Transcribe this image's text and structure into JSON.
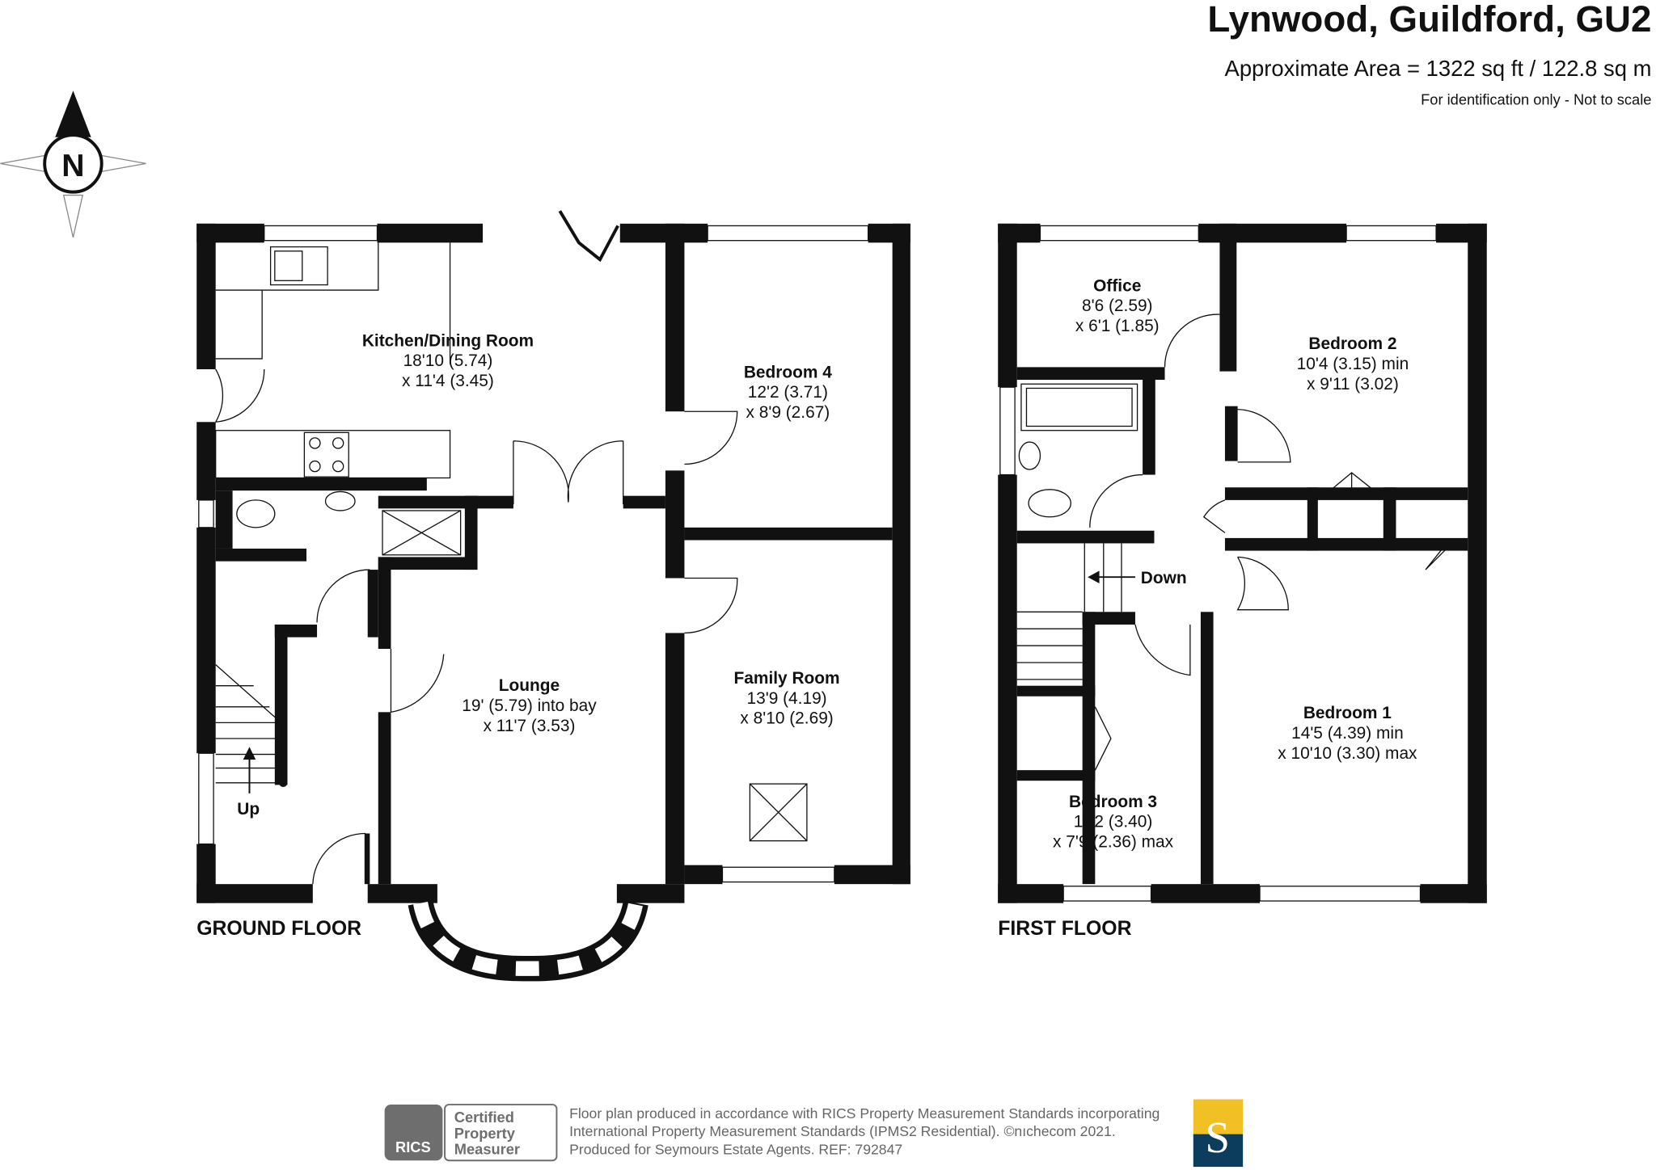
{
  "header": {
    "title": "Lynwood, Guildford, GU2",
    "area": "Approximate Area = 1322 sq ft / 122.8 sq m",
    "disclaimer": "For identification only - Not to scale"
  },
  "compass": {
    "label": "N"
  },
  "ground_floor": {
    "label": "GROUND FLOOR",
    "rooms": [
      {
        "name": "Kitchen/Dining Room",
        "dim1": "18'10 (5.74)",
        "dim2": "x 11'4 (3.45)"
      },
      {
        "name": "Bedroom 4",
        "dim1": "12'2 (3.71)",
        "dim2": "x 8'9 (2.67)"
      },
      {
        "name": "Lounge",
        "dim1": "19' (5.79) into bay",
        "dim2": "x 11'7 (3.53)"
      },
      {
        "name": "Family Room",
        "dim1": "13'9 (4.19)",
        "dim2": "x 8'10 (2.69)"
      }
    ],
    "stairs_label": "Up"
  },
  "first_floor": {
    "label": "FIRST FLOOR",
    "rooms": [
      {
        "name": "Office",
        "dim1": "8'6 (2.59)",
        "dim2": "x 6'1 (1.85)"
      },
      {
        "name": "Bedroom 2",
        "dim1": "10'4 (3.15) min",
        "dim2": "x 9'11 (3.02)"
      },
      {
        "name": "Bedroom 1",
        "dim1": "14'5 (4.39) min",
        "dim2": "x 10'10 (3.30) max"
      },
      {
        "name": "Bedroom 3",
        "dim1": "11'2 (3.40)",
        "dim2": "x 7'9 (2.36) max"
      }
    ],
    "stairs_label": "Down"
  },
  "footer": {
    "badge_org": "RICS",
    "badge_lines": [
      "Certified",
      "Property",
      "Measurer"
    ],
    "notes": [
      "Floor plan produced in accordance with RICS Property Measurement Standards incorporating",
      "International Property Measurement Standards (IPMS2 Residential).   ©nıchecom 2021.",
      "Produced for Seymours Estate Agents.   REF: 792847"
    ],
    "agent_logo_letter": "S",
    "colors": {
      "agent_top": "#f0c024",
      "agent_bottom": "#0d3d5c",
      "badge_gray": "#6e6e6e"
    }
  }
}
